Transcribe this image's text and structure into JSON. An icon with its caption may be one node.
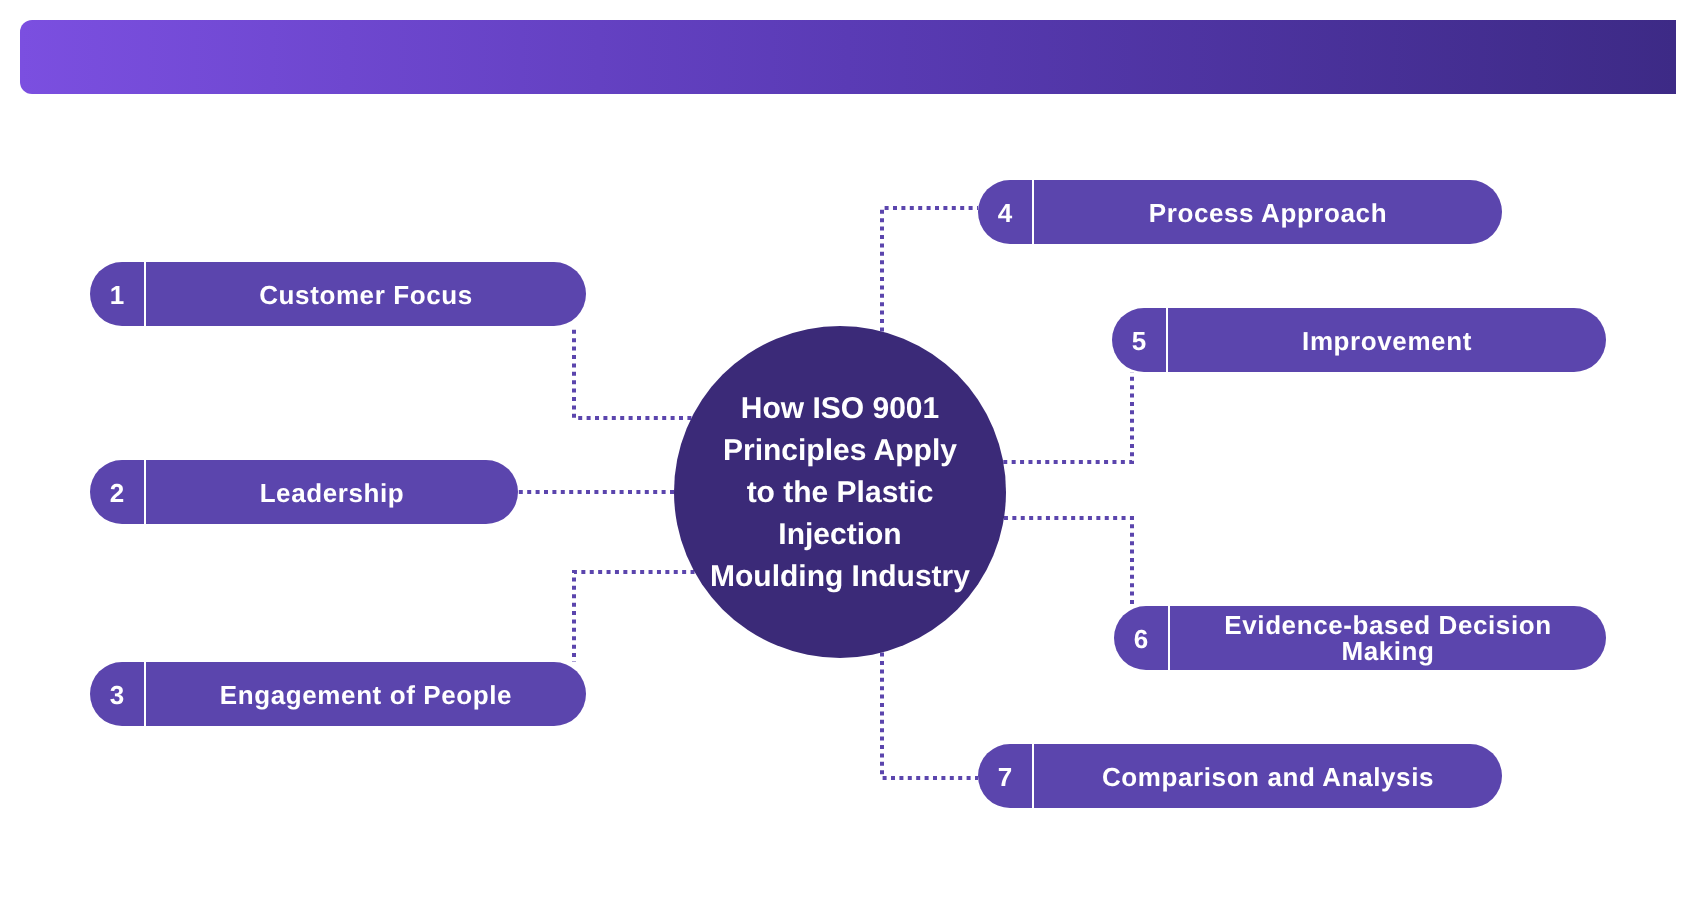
{
  "diagram": {
    "nodes": [
      {
        "text": [
          "How ISO 9001 Principles Apply to the Plastic Injection Moulding Industry"
        ]
      },
      {
        "text": [
          "1",
          "Customer Focus"
        ]
      },
      {
        "text": [
          "2",
          "Leadership"
        ]
      },
      {
        "text": [
          "3",
          "Engagement of People"
        ]
      },
      {
        "text": [
          "4",
          "Process Approach"
        ]
      },
      {
        "text": [
          "5",
          "Improvement"
        ]
      },
      {
        "text": [
          "6",
          "Evidence-based Decision Making"
        ]
      },
      {
        "text": [
          "7",
          "Comparison and Analysis"
        ]
      }
    ],
    "edges": [
      {
        "from": 0,
        "to": 1,
        "arrow": "none",
        "style": "dashed"
      },
      {
        "from": 0,
        "to": 2,
        "arrow": "none",
        "style": "dashed"
      },
      {
        "from": 0,
        "to": 3,
        "arrow": "none",
        "style": "dashed"
      },
      {
        "from": 0,
        "to": 4,
        "arrow": "none",
        "style": "dashed"
      },
      {
        "from": 0,
        "to": 5,
        "arrow": "none",
        "style": "dashed"
      },
      {
        "from": 0,
        "to": 6,
        "arrow": "none",
        "style": "dashed"
      },
      {
        "from": 0,
        "to": 7,
        "arrow": "none",
        "style": "dashed"
      }
    ]
  }
}
